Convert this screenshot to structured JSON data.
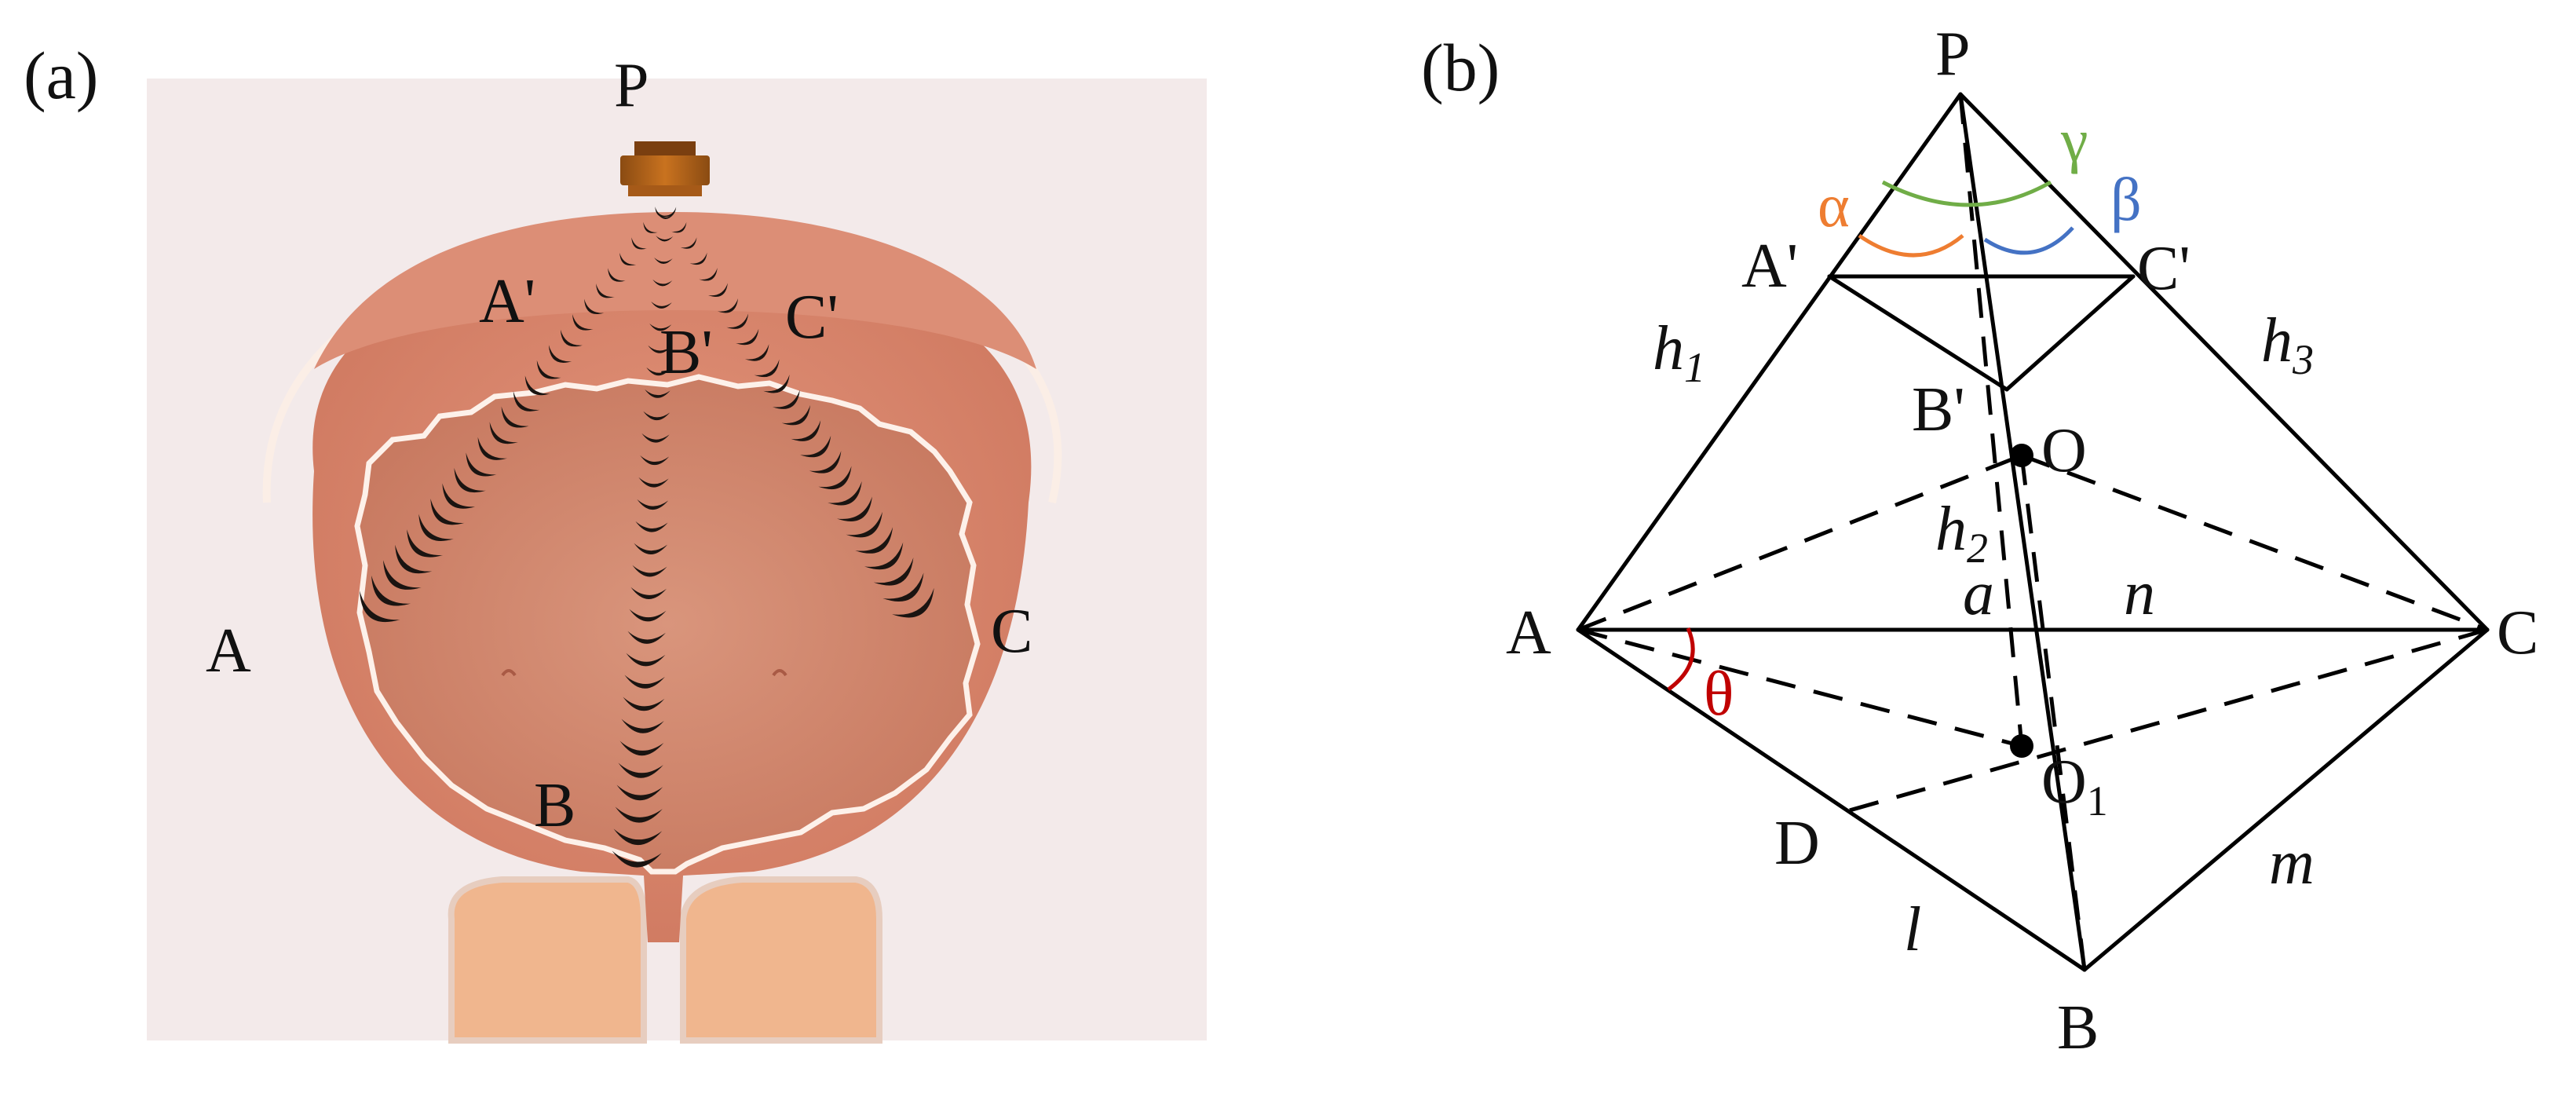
{
  "panel_a": {
    "tag": "(a)",
    "labels": {
      "P": "P",
      "A": "A",
      "B": "B",
      "C": "C",
      "A_prime": "A'",
      "B_prime": "B'",
      "C_prime": "C'"
    }
  },
  "panel_b": {
    "tag": "(b)",
    "points": {
      "P": "P",
      "A_prime": "A'",
      "B_prime": "B'",
      "C_prime": "C'",
      "O": "O",
      "O1_base": "O",
      "O1_sub": "1",
      "A": "A",
      "B": "B",
      "C": "C",
      "D": "D"
    },
    "edges": {
      "h1_base": "h",
      "h1_sub": "1",
      "h2_base": "h",
      "h2_sub": "2",
      "h3_base": "h",
      "h3_sub": "3",
      "a": "a",
      "n": "n",
      "l": "l",
      "m": "m"
    },
    "angles": {
      "alpha": "α",
      "beta": "β",
      "gamma": "γ",
      "theta": "θ"
    },
    "colors": {
      "alpha": "#ee7d31",
      "beta": "#4472c4",
      "gamma": "#70ad47",
      "theta": "#c00000",
      "line": "#000000"
    }
  }
}
